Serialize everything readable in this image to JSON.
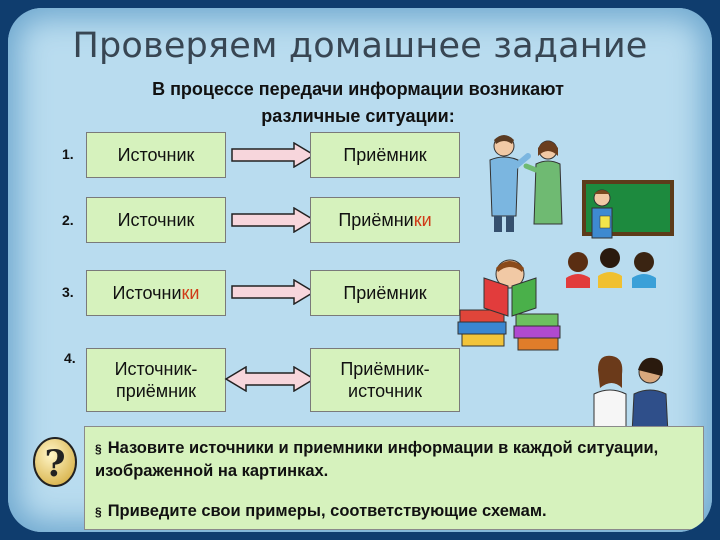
{
  "title": "Проверяем домашнее задание",
  "subtitle": "В процессе передачи информации возникают различные ситуации:",
  "rows": [
    {
      "num": "1.",
      "left": "Источник",
      "left_red": "",
      "right": "Приёмник",
      "right_red": ""
    },
    {
      "num": "2.",
      "left": "Источник",
      "left_red": "",
      "right": "Приёмни",
      "right_red": "ки"
    },
    {
      "num": "3.",
      "left": "Источни",
      "left_red": "ки",
      "right": "Приёмник",
      "right_red": ""
    },
    {
      "num": "4.",
      "left_line1": "Источник-",
      "left_line2": "приёмник",
      "right_line1": "Приёмник-",
      "right_line2": "источник"
    }
  ],
  "question_mark": "?",
  "notes": [
    "Назовите источники и приемники  информации в каждой ситуации, изображенной на картинках.",
    "Приведите свои примеры, соответствующие схемам."
  ],
  "bullet_symbol": "§",
  "colors": {
    "box_fill": "#d6f2bd",
    "accent_red": "#d03a17",
    "arrow_fill": "#f7d6dc",
    "slide_bg": "#b9dcef",
    "frame": "#0f3d6e"
  },
  "icons": [
    "two-people-talking-icon",
    "teacher-and-students-icon",
    "reader-with-books-icon",
    "two-girls-talking-icon"
  ]
}
